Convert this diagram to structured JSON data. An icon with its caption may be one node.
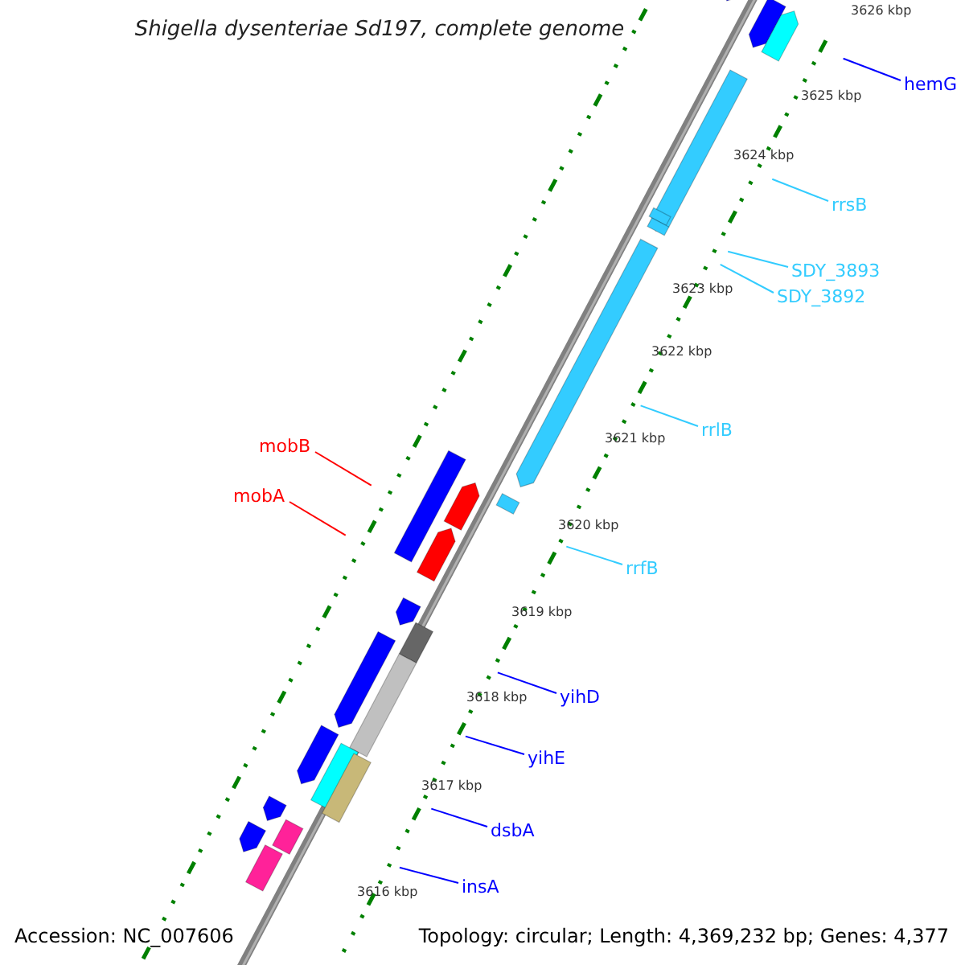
{
  "diagram": {
    "title": "Shigella dysenteriae Sd197, complete genome",
    "nodes": [
      {
        "text": [
          "hemG"
        ]
      },
      {
        "text": [
          "rrsB"
        ]
      },
      {
        "text": [
          "SDY_3893"
        ]
      },
      {
        "text": [
          "SDY_3892"
        ]
      },
      {
        "text": [
          "rrlB"
        ]
      },
      {
        "text": [
          "rrfB"
        ]
      },
      {
        "text": [
          "mobB"
        ]
      },
      {
        "text": [
          "mobA"
        ]
      },
      {
        "text": [
          "yihD"
        ]
      },
      {
        "text": [
          "yihE"
        ]
      },
      {
        "text": [
          "dsbA"
        ]
      },
      {
        "text": [
          "insA"
        ]
      }
    ],
    "edges": [
      {
        "from": 0,
        "to": null,
        "arrow": "none",
        "color": "#0000ff"
      },
      {
        "from": 1,
        "to": null,
        "arrow": "none",
        "color": "#33ccff"
      },
      {
        "from": 2,
        "to": null,
        "arrow": "none",
        "color": "#33ccff"
      },
      {
        "from": 3,
        "to": null,
        "arrow": "none",
        "color": "#33ccff"
      },
      {
        "from": 4,
        "to": null,
        "arrow": "none",
        "color": "#33ccff"
      },
      {
        "from": 5,
        "to": null,
        "arrow": "none",
        "color": "#33ccff"
      },
      {
        "from": 6,
        "to": null,
        "arrow": "none",
        "color": "#ff0000"
      },
      {
        "from": 7,
        "to": null,
        "arrow": "none",
        "color": "#ff0000"
      },
      {
        "from": 8,
        "to": null,
        "arrow": "none",
        "color": "#0000ff"
      },
      {
        "from": 9,
        "to": null,
        "arrow": "none",
        "color": "#0000ff"
      },
      {
        "from": 10,
        "to": null,
        "arrow": "none",
        "color": "#0000ff"
      },
      {
        "from": 11,
        "to": null,
        "arrow": "none",
        "color": "#0000ff"
      }
    ],
    "labels": [
      "3626 kbp",
      "3625 kbp",
      "3624 kbp",
      "3623 kbp",
      "3622 kbp",
      "3621 kbp",
      "3620 kbp",
      "3619 kbp",
      "3618 kbp",
      "3617 kbp",
      "3616 kbp",
      "Accession: NC_007606",
      "Topology: circular; Length: 4,369,232 bp; Genes: 4,377"
    ]
  }
}
